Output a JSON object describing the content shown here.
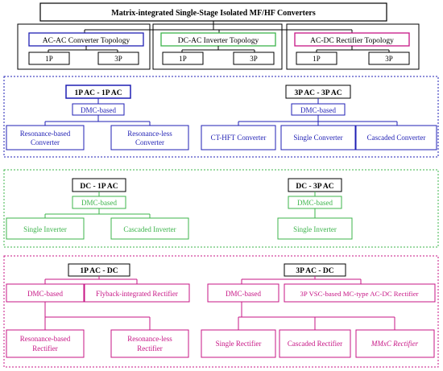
{
  "title": "Matrix-integrated Single-Stage Isolated MF/HF Converters",
  "colors": {
    "black": "#000000",
    "blue": "#1f1fb4",
    "green": "#3cb44b",
    "pink": "#c71585"
  },
  "topologies": {
    "ac_ac": {
      "label": "AC-AC Converter Topology",
      "left": "1P",
      "right": "3P"
    },
    "dc_ac": {
      "label": "DC-AC Inverter Topology",
      "left": "1P",
      "right": "3P"
    },
    "ac_dc": {
      "label": "AC-DC Rectifier Topology",
      "left": "1P",
      "right": "3P"
    }
  },
  "ac_ac_section": {
    "one_phase": {
      "title": "1P AC - 1P AC",
      "method": "DMC-based",
      "children": [
        {
          "line1": "Resonance-based",
          "line2": "Converter"
        },
        {
          "line1": "Resonance-less",
          "line2": "Converter"
        }
      ]
    },
    "three_phase": {
      "title": "3P AC - 3P AC",
      "method": "DMC-based",
      "children": [
        "CT-HFT Converter",
        "Single Converter",
        "Cascaded Converter"
      ]
    }
  },
  "dc_ac_section": {
    "one_phase": {
      "title": "DC - 1P AC",
      "method": "DMC-based",
      "children": [
        "Single Inverter",
        "Cascaded Inverter"
      ]
    },
    "three_phase": {
      "title": "DC - 3P AC",
      "method": "DMC-based",
      "children": [
        "Single Inverter"
      ]
    }
  },
  "ac_dc_section": {
    "one_phase": {
      "title": "1P AC - DC",
      "methods": [
        "DMC-based",
        "Flyback-integrated Rectifier"
      ],
      "children": [
        {
          "line1": "Resonance-based",
          "line2": "Rectifier"
        },
        {
          "line1": "Resonance-less",
          "line2": "Rectifier"
        }
      ]
    },
    "three_phase": {
      "title": "3P AC - DC",
      "methods": [
        "DMC-based",
        "3P VSC-based MC-type AC-DC Rectifier"
      ],
      "children": [
        "Single Rectifier",
        "Cascaded Rectifier",
        "MMxC Rectifier"
      ]
    }
  }
}
